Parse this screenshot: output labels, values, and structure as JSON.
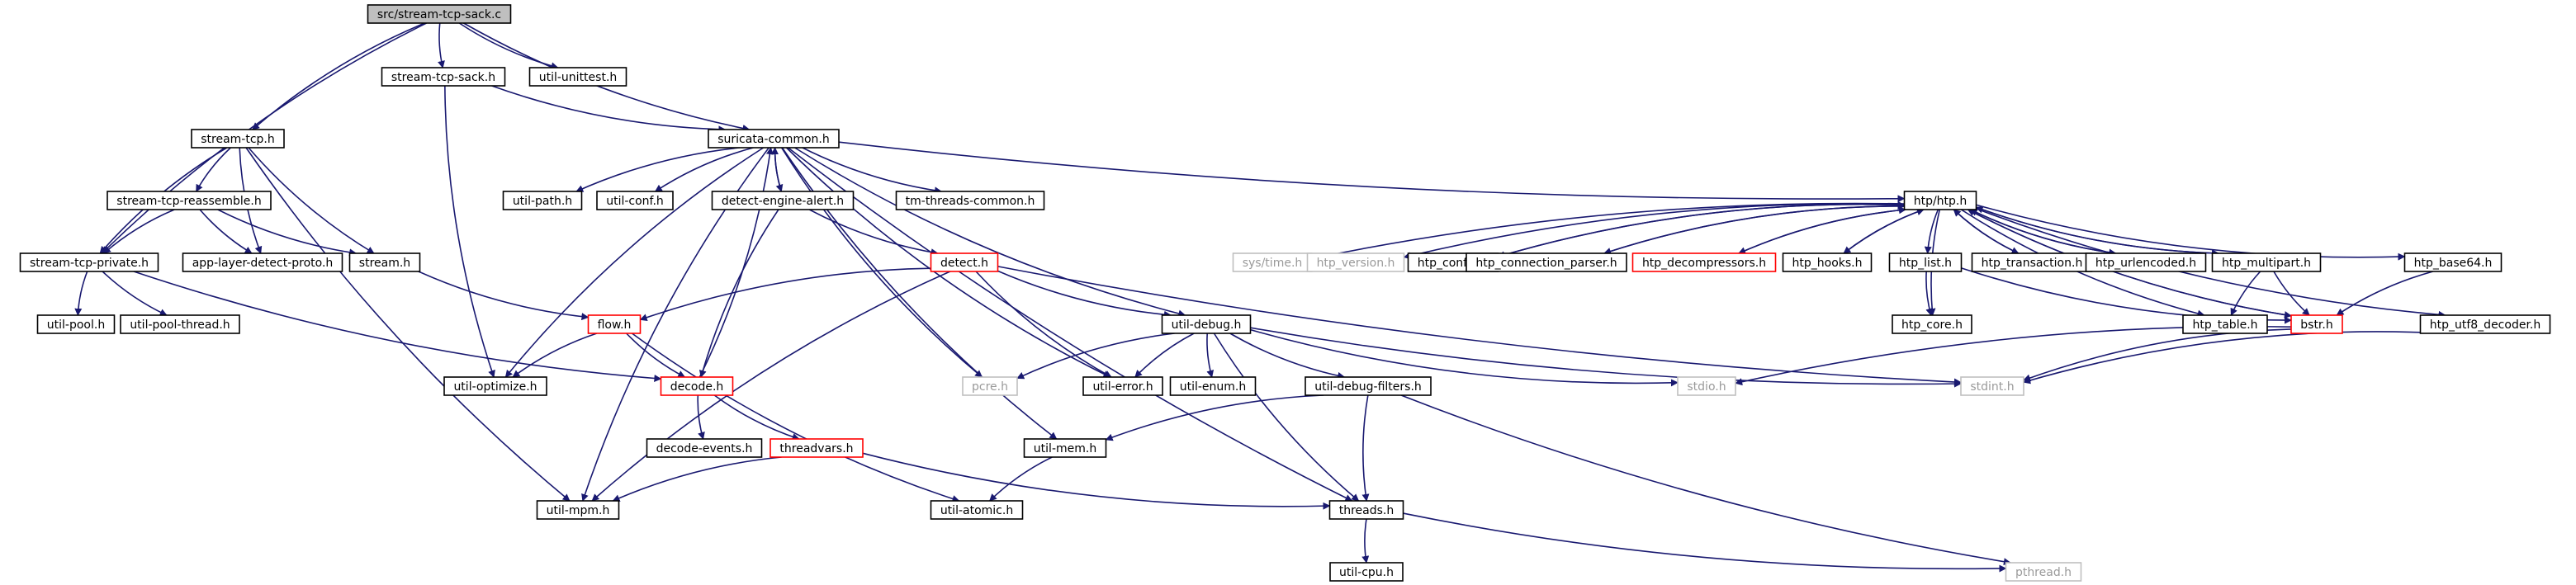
{
  "colors": {
    "edge": "#191970",
    "normal_border": "#000000",
    "root_fill": "#bfbfbf",
    "truncated_border": "#ff0000",
    "missing_border": "#bfbfbf",
    "missing_text": "#9a9a9a",
    "text": "#000000"
  },
  "nodes": [
    {
      "id": "root",
      "label": "src/stream-tcp-sack.c",
      "kind": "root"
    },
    {
      "id": "stream_tcp_sack_h",
      "label": "stream-tcp-sack.h",
      "kind": "normal"
    },
    {
      "id": "util_unittest_h",
      "label": "util-unittest.h",
      "kind": "normal"
    },
    {
      "id": "stream_tcp_h",
      "label": "stream-tcp.h",
      "kind": "normal"
    },
    {
      "id": "suricata_common_h",
      "label": "suricata-common.h",
      "kind": "normal"
    },
    {
      "id": "stream_tcp_reassemble_h",
      "label": "stream-tcp-reassemble.h",
      "kind": "normal"
    },
    {
      "id": "util_path_h",
      "label": "util-path.h",
      "kind": "normal"
    },
    {
      "id": "util_conf_h",
      "label": "util-conf.h",
      "kind": "normal"
    },
    {
      "id": "detect_engine_alert_h",
      "label": "detect-engine-alert.h",
      "kind": "normal"
    },
    {
      "id": "tm_threads_common_h",
      "label": "tm-threads-common.h",
      "kind": "normal"
    },
    {
      "id": "htp_h",
      "label": "htp/htp.h",
      "kind": "normal"
    },
    {
      "id": "stream_tcp_private_h",
      "label": "stream-tcp-private.h",
      "kind": "normal"
    },
    {
      "id": "app_layer_detect_proto_h",
      "label": "app-layer-detect-proto.h",
      "kind": "normal"
    },
    {
      "id": "stream_h",
      "label": "stream.h",
      "kind": "normal"
    },
    {
      "id": "detect_h",
      "label": "detect.h",
      "kind": "truncated"
    },
    {
      "id": "sys_time_h",
      "label": "sys/time.h",
      "kind": "missing"
    },
    {
      "id": "htp_version_h",
      "label": "htp_version.h",
      "kind": "missing"
    },
    {
      "id": "htp_config_h",
      "label": "htp_config.h",
      "kind": "normal"
    },
    {
      "id": "htp_connection_parser_h",
      "label": "htp_connection_parser.h",
      "kind": "normal"
    },
    {
      "id": "htp_decompressors_h",
      "label": "htp_decompressors.h",
      "kind": "truncated"
    },
    {
      "id": "htp_hooks_h",
      "label": "htp_hooks.h",
      "kind": "normal"
    },
    {
      "id": "htp_list_h",
      "label": "htp_list.h",
      "kind": "normal"
    },
    {
      "id": "htp_transaction_h",
      "label": "htp_transaction.h",
      "kind": "normal"
    },
    {
      "id": "htp_urlencoded_h",
      "label": "htp_urlencoded.h",
      "kind": "normal"
    },
    {
      "id": "htp_multipart_h",
      "label": "htp_multipart.h",
      "kind": "normal"
    },
    {
      "id": "htp_base64_h",
      "label": "htp_base64.h",
      "kind": "normal"
    },
    {
      "id": "util_pool_h",
      "label": "util-pool.h",
      "kind": "normal"
    },
    {
      "id": "util_pool_thread_h",
      "label": "util-pool-thread.h",
      "kind": "normal"
    },
    {
      "id": "flow_h",
      "label": "flow.h",
      "kind": "truncated"
    },
    {
      "id": "util_debug_h",
      "label": "util-debug.h",
      "kind": "normal"
    },
    {
      "id": "htp_core_h",
      "label": "htp_core.h",
      "kind": "normal"
    },
    {
      "id": "htp_table_h",
      "label": "htp_table.h",
      "kind": "normal"
    },
    {
      "id": "bstr_h",
      "label": "bstr.h",
      "kind": "truncated"
    },
    {
      "id": "htp_utf8_decoder_h",
      "label": "htp_utf8_decoder.h",
      "kind": "normal"
    },
    {
      "id": "util_optimize_h",
      "label": "util-optimize.h",
      "kind": "normal"
    },
    {
      "id": "decode_h",
      "label": "decode.h",
      "kind": "truncated"
    },
    {
      "id": "pcre_h",
      "label": "pcre.h",
      "kind": "missing"
    },
    {
      "id": "util_error_h",
      "label": "util-error.h",
      "kind": "normal"
    },
    {
      "id": "util_enum_h",
      "label": "util-enum.h",
      "kind": "normal"
    },
    {
      "id": "util_debug_filters_h",
      "label": "util-debug-filters.h",
      "kind": "normal"
    },
    {
      "id": "stdio_h",
      "label": "stdio.h",
      "kind": "missing"
    },
    {
      "id": "stdint_h",
      "label": "stdint.h",
      "kind": "missing"
    },
    {
      "id": "decode_events_h",
      "label": "decode-events.h",
      "kind": "normal"
    },
    {
      "id": "threadvars_h",
      "label": "threadvars.h",
      "kind": "truncated"
    },
    {
      "id": "util_mem_h",
      "label": "util-mem.h",
      "kind": "normal"
    },
    {
      "id": "util_mpm_h",
      "label": "util-mpm.h",
      "kind": "normal"
    },
    {
      "id": "util_atomic_h",
      "label": "util-atomic.h",
      "kind": "normal"
    },
    {
      "id": "threads_h",
      "label": "threads.h",
      "kind": "normal"
    },
    {
      "id": "util_cpu_h",
      "label": "util-cpu.h",
      "kind": "normal"
    },
    {
      "id": "pthread_h",
      "label": "pthread.h",
      "kind": "missing"
    }
  ],
  "edges": [
    [
      "root",
      "stream_tcp_sack_h"
    ],
    [
      "root",
      "util_unittest_h"
    ],
    [
      "root",
      "stream_tcp_h"
    ],
    [
      "root",
      "suricata_common_h"
    ],
    [
      "root",
      "stream_tcp_private_h"
    ],
    [
      "stream_tcp_sack_h",
      "suricata_common_h"
    ],
    [
      "stream_tcp_sack_h",
      "util_optimize_h"
    ],
    [
      "stream_tcp_h",
      "stream_tcp_reassemble_h"
    ],
    [
      "stream_tcp_h",
      "stream_tcp_private_h"
    ],
    [
      "stream_tcp_h",
      "app_layer_detect_proto_h"
    ],
    [
      "stream_tcp_h",
      "stream_h"
    ],
    [
      "stream_tcp_h",
      "util_mpm_h"
    ],
    [
      "stream_tcp_reassemble_h",
      "stream_tcp_private_h"
    ],
    [
      "stream_tcp_reassemble_h",
      "app_layer_detect_proto_h"
    ],
    [
      "stream_tcp_reassemble_h",
      "stream_h"
    ],
    [
      "stream_tcp_private_h",
      "util_pool_h"
    ],
    [
      "stream_tcp_private_h",
      "util_pool_thread_h"
    ],
    [
      "stream_tcp_private_h",
      "decode_h"
    ],
    [
      "stream_h",
      "flow_h"
    ],
    [
      "suricata_common_h",
      "util_path_h"
    ],
    [
      "suricata_common_h",
      "util_conf_h"
    ],
    [
      "suricata_common_h",
      "detect_engine_alert_h"
    ],
    [
      "suricata_common_h",
      "tm_threads_common_h"
    ],
    [
      "suricata_common_h",
      "htp_h"
    ],
    [
      "suricata_common_h",
      "util_debug_h"
    ],
    [
      "suricata_common_h",
      "pcre_h"
    ],
    [
      "suricata_common_h",
      "util_error_h"
    ],
    [
      "suricata_common_h",
      "util_mem_h"
    ],
    [
      "suricata_common_h",
      "threads_h"
    ],
    [
      "suricata_common_h",
      "util_optimize_h"
    ],
    [
      "suricata_common_h",
      "util_mpm_h"
    ],
    [
      "detect_engine_alert_h",
      "suricata_common_h"
    ],
    [
      "detect_engine_alert_h",
      "detect_h"
    ],
    [
      "detect_engine_alert_h",
      "decode_h"
    ],
    [
      "decode_h",
      "suricata_common_h"
    ],
    [
      "detect_h",
      "flow_h"
    ],
    [
      "detect_h",
      "util_debug_h"
    ],
    [
      "detect_h",
      "util_error_h"
    ],
    [
      "detect_h",
      "util_mpm_h"
    ],
    [
      "detect_h",
      "stdint_h"
    ],
    [
      "flow_h",
      "util_optimize_h"
    ],
    [
      "flow_h",
      "decode_h"
    ],
    [
      "flow_h",
      "util_atomic_h"
    ],
    [
      "decode_h",
      "decode_events_h"
    ],
    [
      "decode_h",
      "threadvars_h"
    ],
    [
      "threadvars_h",
      "util_mpm_h"
    ],
    [
      "threadvars_h",
      "threads_h"
    ],
    [
      "util_debug_h",
      "pcre_h"
    ],
    [
      "util_debug_h",
      "util_error_h"
    ],
    [
      "util_debug_h",
      "util_enum_h"
    ],
    [
      "util_debug_h",
      "util_debug_filters_h"
    ],
    [
      "util_debug_h",
      "stdio_h"
    ],
    [
      "util_debug_h",
      "stdint_h"
    ],
    [
      "util_debug_h",
      "threads_h"
    ],
    [
      "util_debug_filters_h",
      "util_mem_h"
    ],
    [
      "util_debug_filters_h",
      "threads_h"
    ],
    [
      "util_debug_filters_h",
      "pthread_h"
    ],
    [
      "util_mem_h",
      "util_atomic_h"
    ],
    [
      "threads_h",
      "util_cpu_h"
    ],
    [
      "threads_h",
      "pthread_h"
    ],
    [
      "htp_h",
      "sys_time_h"
    ],
    [
      "htp_h",
      "htp_version_h"
    ],
    [
      "htp_h",
      "htp_config_h"
    ],
    [
      "htp_h",
      "htp_connection_parser_h"
    ],
    [
      "htp_h",
      "htp_decompressors_h"
    ],
    [
      "htp_h",
      "htp_hooks_h"
    ],
    [
      "htp_h",
      "htp_list_h"
    ],
    [
      "htp_h",
      "htp_transaction_h"
    ],
    [
      "htp_h",
      "htp_urlencoded_h"
    ],
    [
      "htp_h",
      "htp_multipart_h"
    ],
    [
      "htp_h",
      "htp_base64_h"
    ],
    [
      "htp_h",
      "htp_utf8_decoder_h"
    ],
    [
      "htp_h",
      "htp_core_h"
    ],
    [
      "htp_h",
      "htp_table_h"
    ],
    [
      "htp_h",
      "bstr_h"
    ],
    [
      "htp_config_h",
      "htp_h"
    ],
    [
      "htp_connection_parser_h",
      "htp_h"
    ],
    [
      "htp_hooks_h",
      "htp_h"
    ],
    [
      "htp_transaction_h",
      "htp_h"
    ],
    [
      "htp_urlencoded_h",
      "htp_h"
    ],
    [
      "htp_multipart_h",
      "htp_h"
    ],
    [
      "bstr_h",
      "htp_h"
    ],
    [
      "htp_decompressors_h",
      "htp_h"
    ],
    [
      "htp_list_h",
      "htp_core_h"
    ],
    [
      "htp_list_h",
      "bstr_h"
    ],
    [
      "htp_multipart_h",
      "htp_table_h"
    ],
    [
      "htp_multipart_h",
      "bstr_h"
    ],
    [
      "htp_base64_h",
      "bstr_h"
    ],
    [
      "bstr_h",
      "stdio_h"
    ],
    [
      "bstr_h",
      "stdint_h"
    ],
    [
      "htp_utf8_decoder_h",
      "stdint_h"
    ]
  ]
}
